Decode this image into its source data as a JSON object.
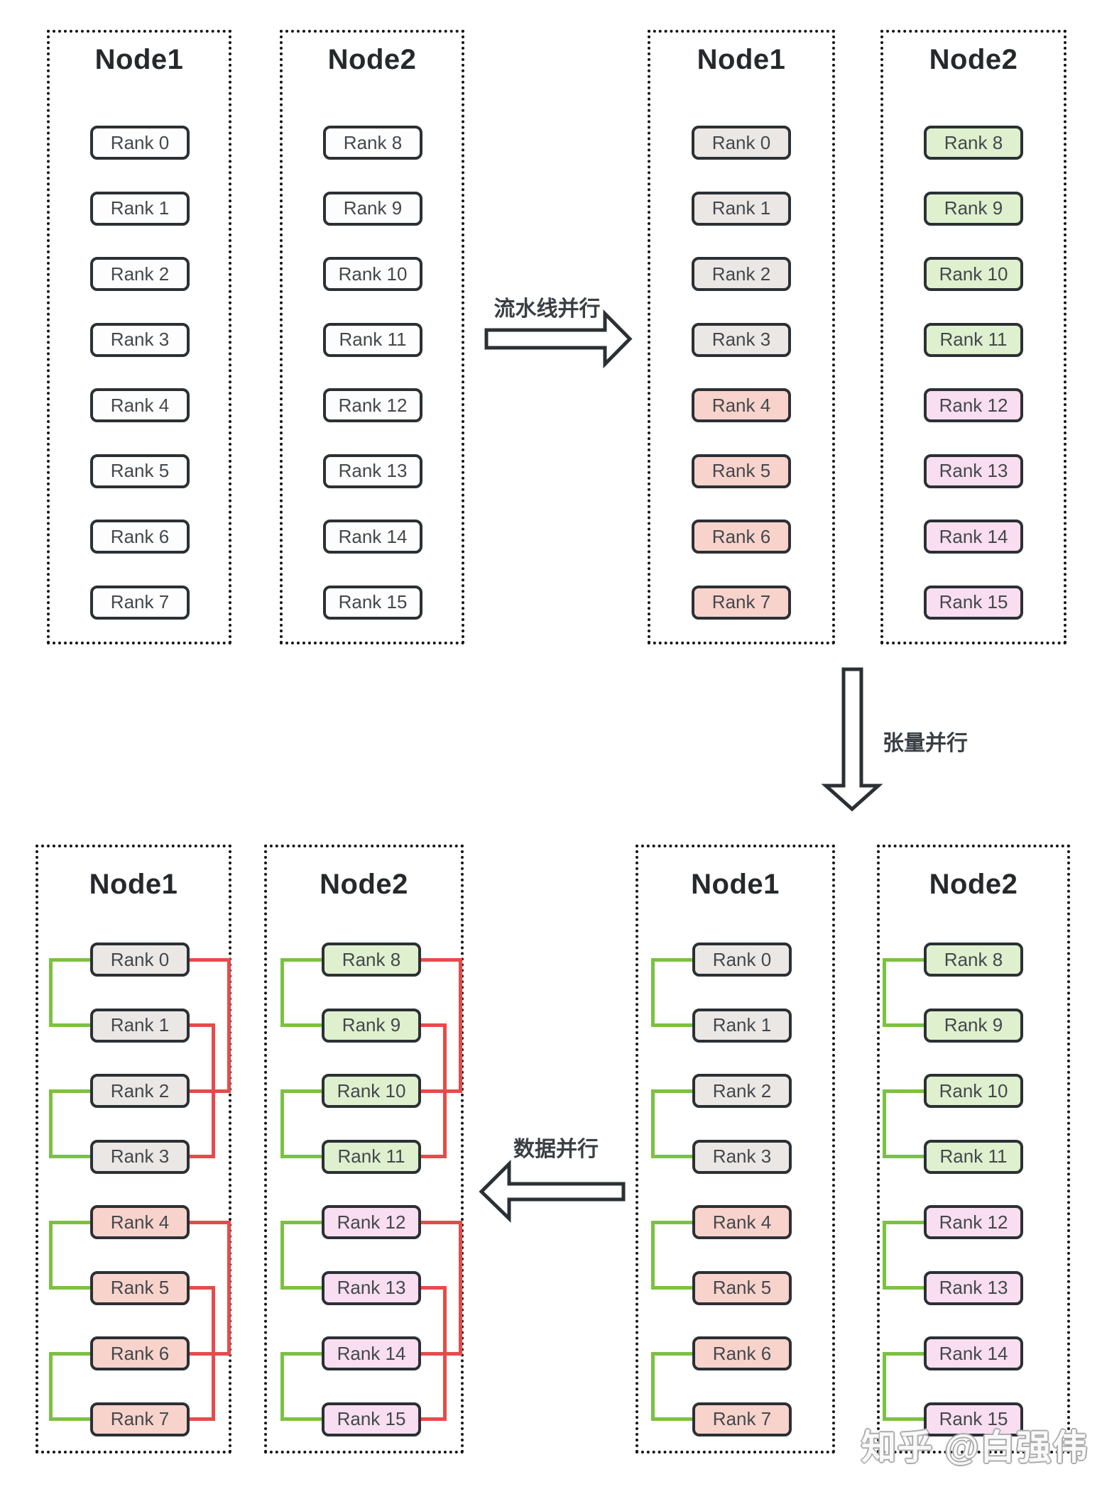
{
  "diagram": {
    "watermark": "知乎 @白强伟",
    "arrows": [
      {
        "id": "pipeline-parallel",
        "label": "流水线并行",
        "direction": "right"
      },
      {
        "id": "tensor-parallel",
        "label": "张量并行",
        "direction": "down"
      },
      {
        "id": "data-parallel",
        "label": "数据并行",
        "direction": "left"
      }
    ],
    "colors": {
      "box_border": "#2b3035",
      "dotted_border": "#141414",
      "line_green": "#7cc142",
      "line_red": "#e64b4b",
      "fills": {
        "plain": "#fdfdfd",
        "gray": "#ebe7e4",
        "salmon": "#f8d3cb",
        "green": "#def0cd",
        "magenta": "#f8def0"
      }
    },
    "quadrants": [
      {
        "position": "top-left",
        "green_pairs": [],
        "red_pairs": [],
        "nodes": [
          {
            "title": "Node1",
            "rank_labels": [
              "Rank 0",
              "Rank 1",
              "Rank 2",
              "Rank 3",
              "Rank 4",
              "Rank 5",
              "Rank 6",
              "Rank 7"
            ],
            "rank_fills": [
              "plain",
              "plain",
              "plain",
              "plain",
              "plain",
              "plain",
              "plain",
              "plain"
            ]
          },
          {
            "title": "Node2",
            "rank_labels": [
              "Rank 8",
              "Rank 9",
              "Rank 10",
              "Rank 11",
              "Rank 12",
              "Rank 13",
              "Rank 14",
              "Rank 15"
            ],
            "rank_fills": [
              "plain",
              "plain",
              "plain",
              "plain",
              "plain",
              "plain",
              "plain",
              "plain"
            ]
          }
        ]
      },
      {
        "position": "top-right",
        "green_pairs": [],
        "red_pairs": [],
        "nodes": [
          {
            "title": "Node1",
            "rank_labels": [
              "Rank 0",
              "Rank 1",
              "Rank 2",
              "Rank 3",
              "Rank 4",
              "Rank 5",
              "Rank 6",
              "Rank 7"
            ],
            "rank_fills": [
              "gray",
              "gray",
              "gray",
              "gray",
              "salmon",
              "salmon",
              "salmon",
              "salmon"
            ]
          },
          {
            "title": "Node2",
            "rank_labels": [
              "Rank 8",
              "Rank 9",
              "Rank 10",
              "Rank 11",
              "Rank 12",
              "Rank 13",
              "Rank 14",
              "Rank 15"
            ],
            "rank_fills": [
              "green",
              "green",
              "green",
              "green",
              "magenta",
              "magenta",
              "magenta",
              "magenta"
            ]
          }
        ]
      },
      {
        "position": "bottom-left",
        "green_pairs": [
          [
            0,
            1
          ],
          [
            2,
            3
          ],
          [
            4,
            5
          ],
          [
            6,
            7
          ]
        ],
        "red_pairs": [
          [
            0,
            2
          ],
          [
            1,
            3
          ],
          [
            4,
            6
          ],
          [
            5,
            7
          ]
        ],
        "nodes": [
          {
            "title": "Node1",
            "rank_labels": [
              "Rank 0",
              "Rank 1",
              "Rank 2",
              "Rank 3",
              "Rank 4",
              "Rank 5",
              "Rank 6",
              "Rank 7"
            ],
            "rank_fills": [
              "gray",
              "gray",
              "gray",
              "gray",
              "salmon",
              "salmon",
              "salmon",
              "salmon"
            ]
          },
          {
            "title": "Node2",
            "rank_labels": [
              "Rank 8",
              "Rank 9",
              "Rank 10",
              "Rank 11",
              "Rank 12",
              "Rank 13",
              "Rank 14",
              "Rank 15"
            ],
            "rank_fills": [
              "green",
              "green",
              "green",
              "green",
              "magenta",
              "magenta",
              "magenta",
              "magenta"
            ]
          }
        ]
      },
      {
        "position": "bottom-right",
        "green_pairs": [
          [
            0,
            1
          ],
          [
            2,
            3
          ],
          [
            4,
            5
          ],
          [
            6,
            7
          ]
        ],
        "red_pairs": [],
        "nodes": [
          {
            "title": "Node1",
            "rank_labels": [
              "Rank 0",
              "Rank 1",
              "Rank 2",
              "Rank 3",
              "Rank 4",
              "Rank 5",
              "Rank 6",
              "Rank 7"
            ],
            "rank_fills": [
              "gray",
              "gray",
              "gray",
              "gray",
              "salmon",
              "salmon",
              "salmon",
              "salmon"
            ]
          },
          {
            "title": "Node2",
            "rank_labels": [
              "Rank 8",
              "Rank 9",
              "Rank 10",
              "Rank 11",
              "Rank 12",
              "Rank 13",
              "Rank 14",
              "Rank 15"
            ],
            "rank_fills": [
              "green",
              "green",
              "green",
              "green",
              "magenta",
              "magenta",
              "magenta",
              "magenta"
            ]
          }
        ]
      }
    ]
  }
}
